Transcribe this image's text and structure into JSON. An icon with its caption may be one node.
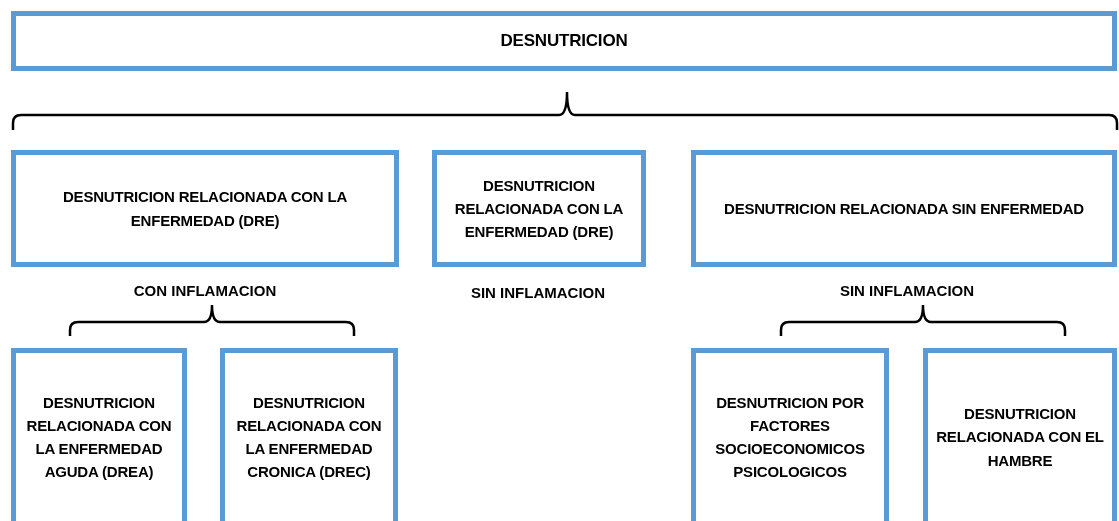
{
  "diagram": {
    "nodes": [
      {
        "text": [
          "DESNUTRICION"
        ]
      },
      {
        "text": [
          "DESNUTRICION RELACIONADA CON LA ENFERMEDAD (DRE)"
        ],
        "beside": [
          "CON INFLAMACION"
        ]
      },
      {
        "text": [
          "DESNUTRICION RELACIONADA CON LA ENFERMEDAD (DRE)"
        ],
        "beside": [
          "SIN INFLAMACION"
        ]
      },
      {
        "text": [
          "DESNUTRICION RELACIONADA SIN ENFERMEDAD"
        ],
        "beside": [
          "SIN INFLAMACION"
        ]
      },
      {
        "text": [
          "DESNUTRICION RELACIONADA CON LA ENFERMEDAD AGUDA (DREA)"
        ]
      },
      {
        "text": [
          "DESNUTRICION RELACIONADA CON LA ENFERMEDAD CRONICA (DREC)"
        ]
      },
      {
        "text": [
          "DESNUTRICION POR FACTORES SOCIOECONOMICOS PSICOLOGICOS"
        ]
      },
      {
        "text": [
          "DESNUTRICION RELACIONADA CON EL HAMBRE"
        ]
      }
    ]
  }
}
